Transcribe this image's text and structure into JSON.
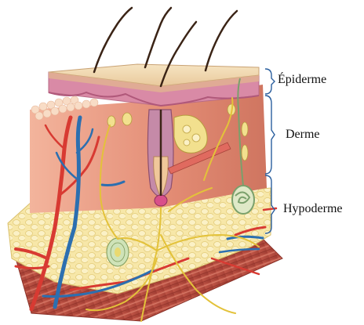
{
  "labels": {
    "epidermis": "Épiderme",
    "dermis": "Derme",
    "hypodermis": "Hypoderme"
  },
  "colors": {
    "bracket": "#2b5f9e",
    "epidermis_top": "#efd4a8",
    "epidermis_pink": "#d98aa6",
    "dermis": "#ec9f86",
    "hypodermis_fat": "#f6e39b",
    "muscle": "#b84a3d",
    "artery": "#d83a32",
    "vein": "#2c6fb0",
    "nerve": "#e3c23a",
    "hair": "#3b2416"
  }
}
